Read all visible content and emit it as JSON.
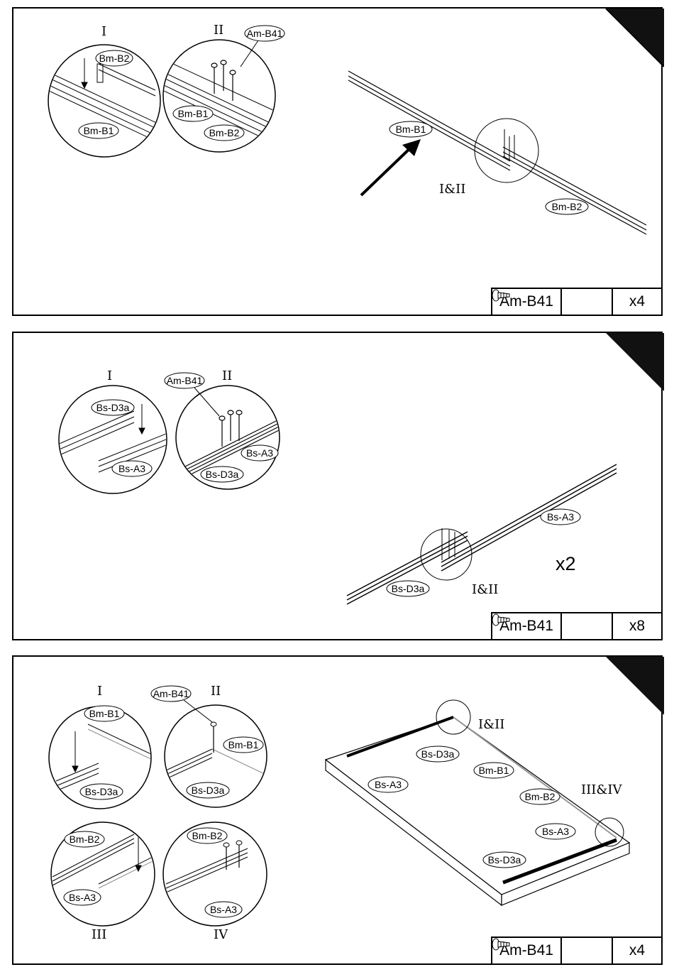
{
  "steps": [
    {
      "detail_labels": [
        "I",
        "II"
      ],
      "main_label": "I&II",
      "parts": {
        "a": "Bm-B2",
        "b": "Bm-B1",
        "screw": "Am-B41"
      },
      "table": {
        "code": "Am-B41",
        "icon": "screw-icon",
        "qty": "x4"
      }
    },
    {
      "detail_labels": [
        "I",
        "II"
      ],
      "main_label": "I&II",
      "parts": {
        "a": "Bs-D3a",
        "b": "Bs-A3",
        "screw": "Am-B41"
      },
      "multiplier": "x2",
      "table": {
        "code": "Am-B41",
        "icon": "screw-icon",
        "qty": "x8"
      }
    },
    {
      "detail_labels": [
        "I",
        "II",
        "III",
        "IV"
      ],
      "main_labels": [
        "I&II",
        "III&IV"
      ],
      "parts": {
        "b1": "Bm-B1",
        "d3a": "Bs-D3a",
        "b2": "Bm-B2",
        "a3": "Bs-A3",
        "screw": "Am-B41"
      },
      "table": {
        "code": "Am-B41",
        "icon": "screw-icon",
        "qty": "x4"
      }
    }
  ]
}
